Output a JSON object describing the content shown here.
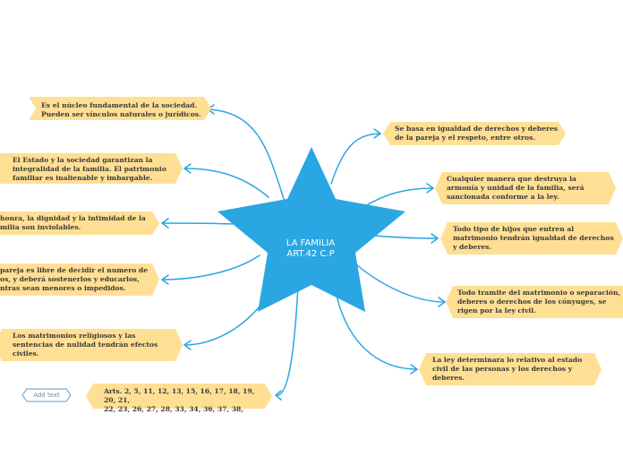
{
  "center": {
    "title": "LA FAMILIA\nART.42 C.P",
    "color": "#2aa6e3"
  },
  "colors": {
    "node_fill": "#ffdf94",
    "connector": "#2aa6e3",
    "add_text_border": "#5a9bd0"
  },
  "left_nodes": [
    {
      "text": "Es el núcleo fundamental de la sociedad.\nPueden ser vínculos naturales o jurídicos."
    },
    {
      "text": "El Estado y la sociedad garantizan la\nintegralidad de la familia. El patrimonio\nfamiliar es inalienable y imbargable."
    },
    {
      "text": "honra, la dignidad y la intimidad de la\nmilia son inviolables."
    },
    {
      "text": "pareja es libre de decidir el numero de\nos, y deberá sostenerlos y educarlos,\nntras sean menores o impedidos."
    },
    {
      "text": "Los matrimonios religiosos y las\nsentencias de nulidad tendrán efectos\nciviles."
    },
    {
      "text": "Arts. 2, 5, 11, 12, 13, 15, 16, 17, 18, 19, 20, 21,\n22, 23, 26, 27, 28, 33, 34, 36, 37, 38,"
    }
  ],
  "right_nodes": [
    {
      "text": "Se basa en igualdad de derechos y deberes\nde la pareja y el respeto, entre otros."
    },
    {
      "text": "Cualquier manera que destruya la\narmonía y unidad de la familia, será\nsancionada conforme a la ley."
    },
    {
      "text": "Todo tipo de hijos que entren al\nmatrimonio tendrán igualdad de derechos\ny deberes."
    },
    {
      "text": "Todo tramite del matrimonio o separación,\ndeberes o derechos de los cónyuges, se\nrigen por la ley civil."
    },
    {
      "text": "La ley determinara lo relativo al estado\ncivil de las personas y los derechos y\ndeberes."
    }
  ],
  "add_text": {
    "label": "Add text"
  }
}
